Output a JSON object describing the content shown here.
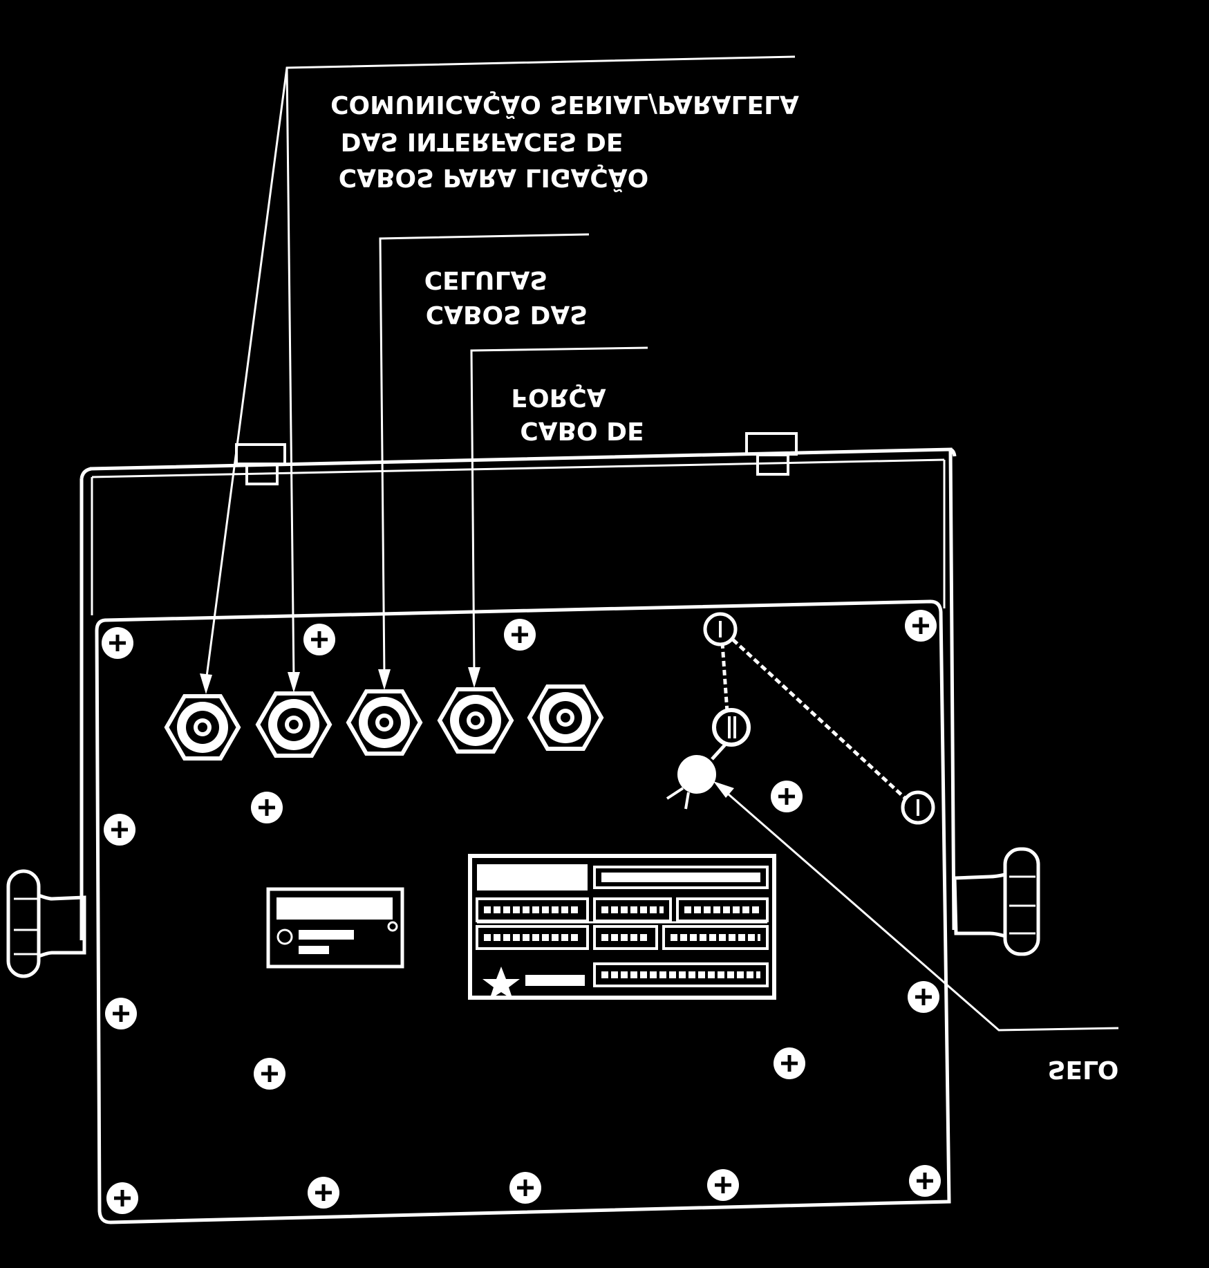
{
  "colors": {
    "background": "#000000",
    "line": "#ffffff"
  },
  "note": "Labels are printed mirrored (upside-down) in the original scan.",
  "callouts": {
    "serial": {
      "lines": [
        "COMUNICAÇÃO SERIAL/PARALELA",
        "DAS INTERFACES DE",
        "CABOS PARA LIGAÇÃO"
      ]
    },
    "cells": {
      "lines": [
        "CELULAS",
        "CABOS DAS"
      ]
    },
    "power": {
      "lines": [
        "FORÇA",
        "CABO DE"
      ]
    },
    "seal": {
      "lines": [
        "SELO"
      ]
    }
  },
  "icons": {
    "connector": "hex-cable-gland-icon",
    "screw": "cross-screw-icon",
    "knob": "mounting-knob-icon",
    "seal": "seal-ball-icon"
  }
}
